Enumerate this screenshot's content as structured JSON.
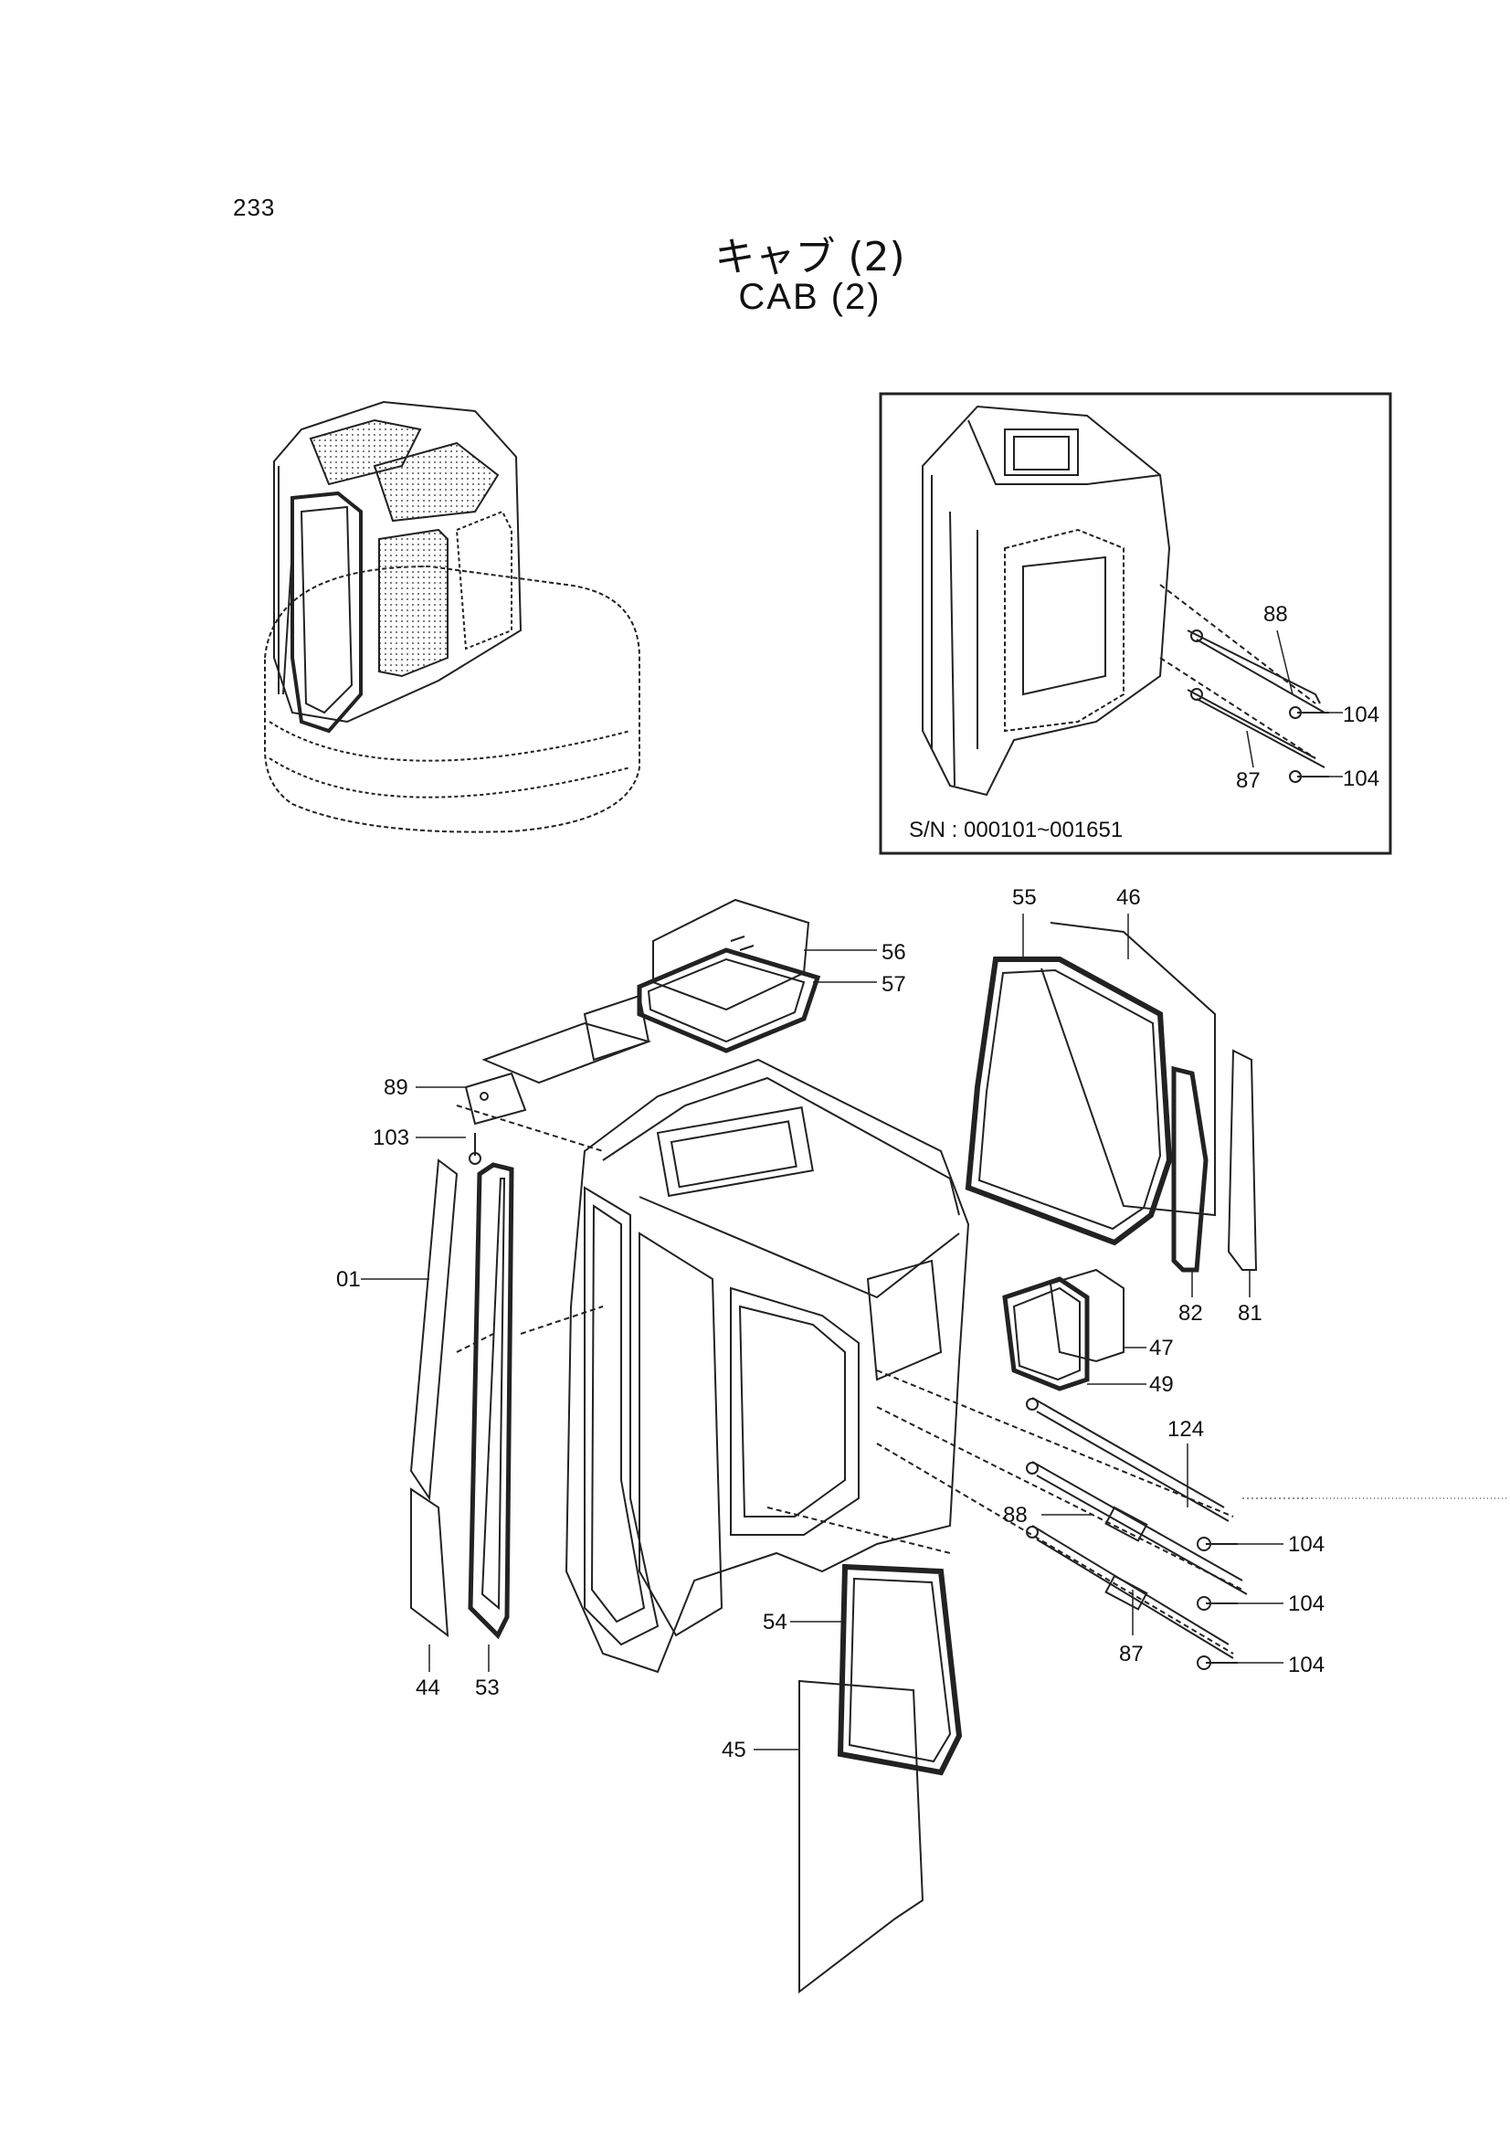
{
  "page_number": "233",
  "title_jp": "キャブ (2)",
  "title_en": "CAB (2)",
  "inset_serial": "S/N : 000101~001651",
  "inset_labels": {
    "l88": "88",
    "l87": "87",
    "l104a": "104",
    "l104b": "104"
  },
  "labels": {
    "l56": "56",
    "l57": "57",
    "l55": "55",
    "l46": "46",
    "l89": "89",
    "l103": "103",
    "l01": "01",
    "l44": "44",
    "l53": "53",
    "l82": "82",
    "l81": "81",
    "l47": "47",
    "l49": "49",
    "l124": "124",
    "l88": "88",
    "l104a": "104",
    "l104b": "104",
    "l104c": "104",
    "l87": "87",
    "l54": "54",
    "l45": "45"
  }
}
